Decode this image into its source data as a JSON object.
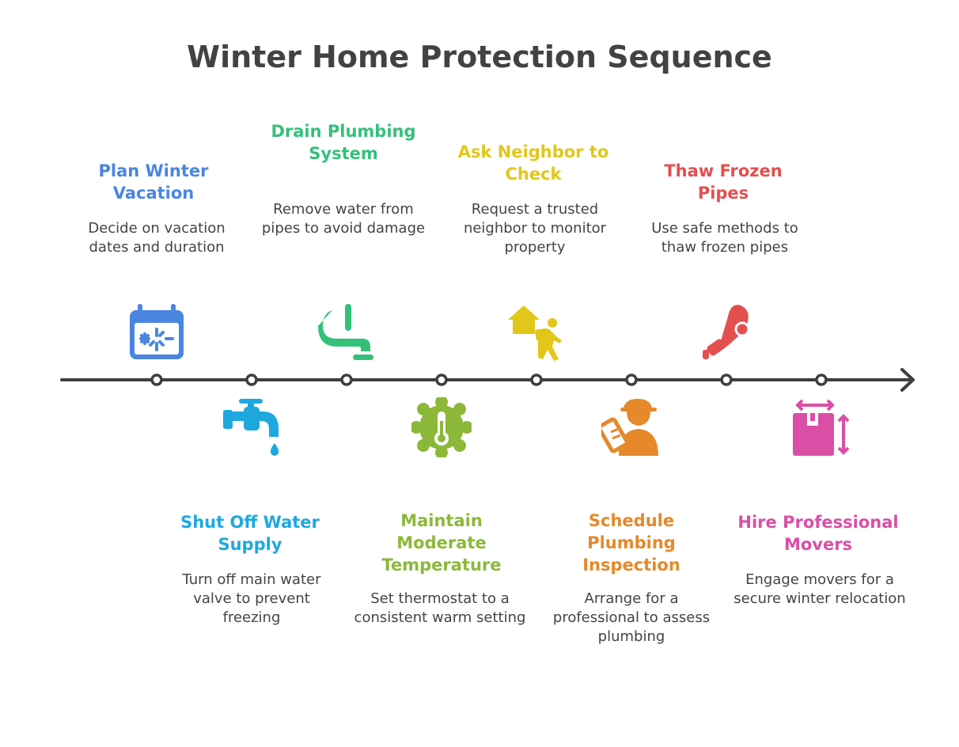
{
  "title": "Winter Home Protection Sequence",
  "steps": [
    {
      "title": "Plan Winter Vacation",
      "desc": "Decide on vacation dates and duration",
      "color": "#4a85e0",
      "icon": "calendar-snowflake-icon"
    },
    {
      "title": "Shut Off Water Supply",
      "desc": "Turn off main water valve to prevent freezing",
      "color": "#1ea8de",
      "icon": "water-faucet-icon"
    },
    {
      "title": "Drain Plumbing System",
      "desc": "Remove water from pipes to avoid damage",
      "color": "#35c07a",
      "icon": "drain-pipe-icon"
    },
    {
      "title": "Maintain Moderate Temperature",
      "desc": "Set thermostat to a consistent warm setting",
      "color": "#8cb83a",
      "icon": "thermometer-gear-icon"
    },
    {
      "title": "Ask Neighbor to Check",
      "desc": "Request a trusted neighbor to monitor property",
      "color": "#e2c71a",
      "icon": "neighbor-house-icon"
    },
    {
      "title": "Schedule Plumbing Inspection",
      "desc": "Arrange for a professional to assess plumbing",
      "color": "#e5892a",
      "icon": "plumber-inspection-icon"
    },
    {
      "title": "Thaw Frozen Pipes",
      "desc": "Use safe methods to thaw frozen pipes",
      "color": "#e34f4f",
      "icon": "hair-dryer-icon"
    },
    {
      "title": "Hire Professional Movers",
      "desc": "Engage movers for a secure winter relocation",
      "color": "#d94fa6",
      "icon": "moving-box-icon"
    }
  ]
}
